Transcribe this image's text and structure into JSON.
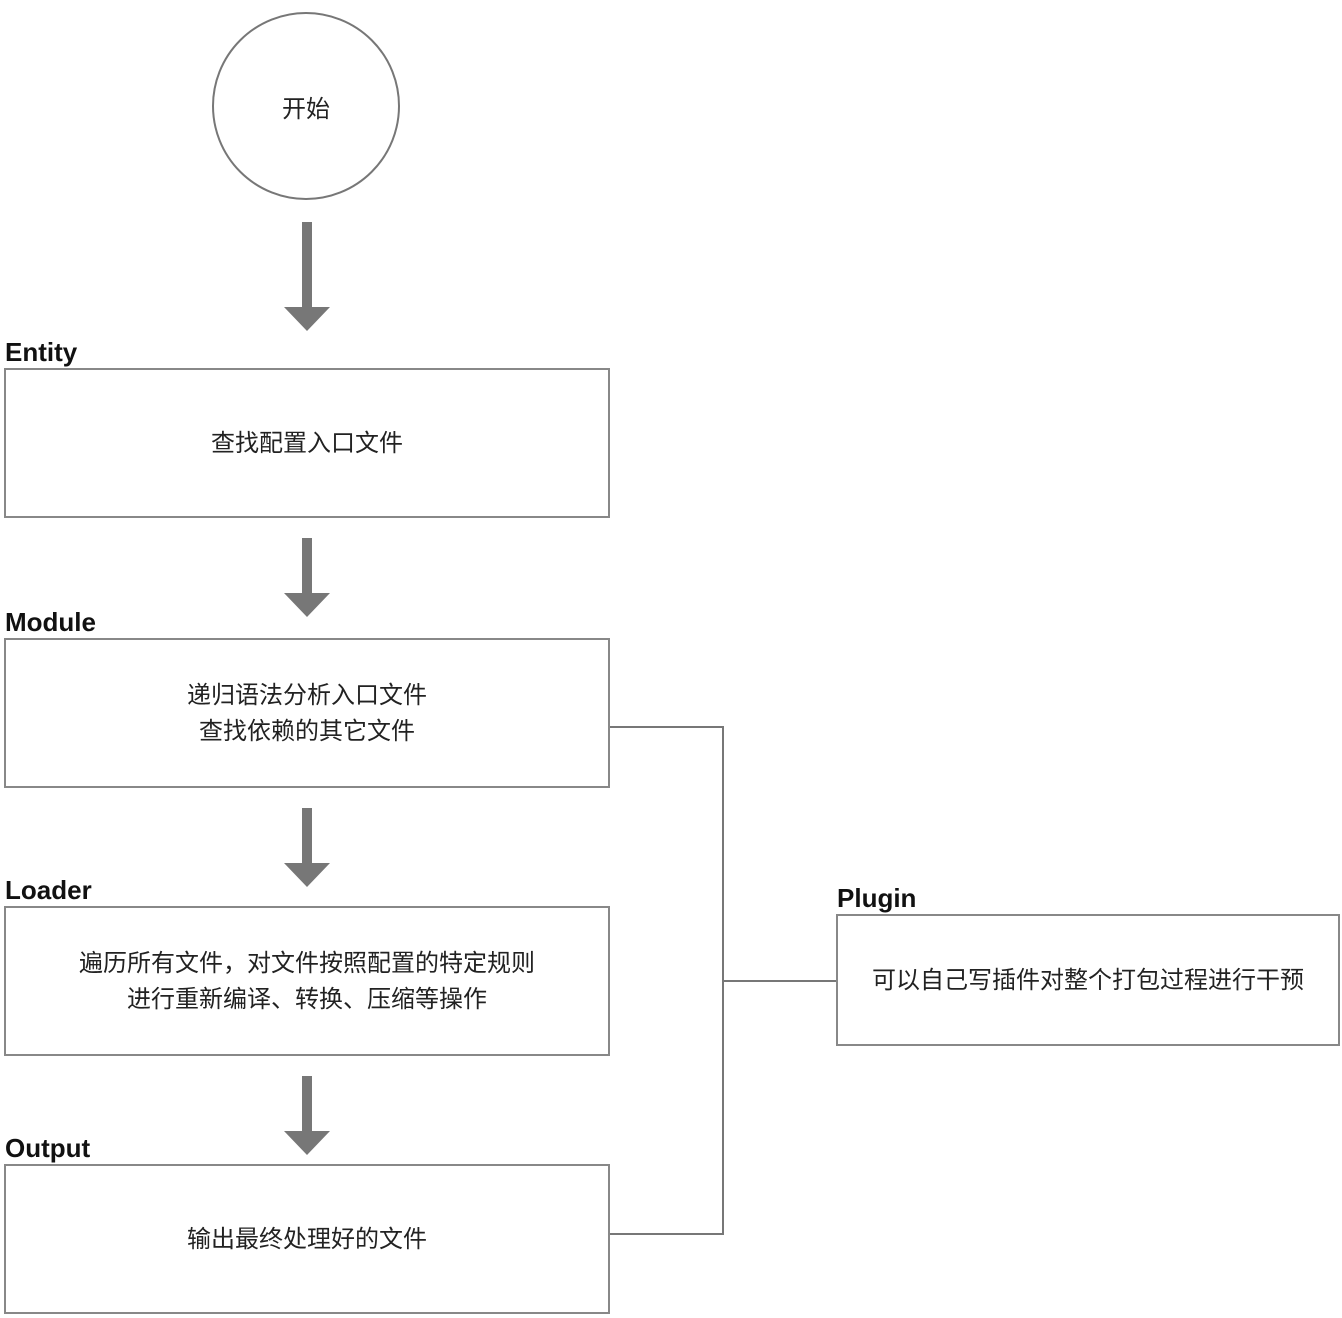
{
  "start": {
    "label": "开始"
  },
  "stages": [
    {
      "name": "Entity",
      "lines": [
        "查找配置入口文件"
      ]
    },
    {
      "name": "Module",
      "lines": [
        "递归语法分析入口文件",
        "查找依赖的其它文件"
      ]
    },
    {
      "name": "Loader",
      "lines": [
        "遍历所有文件，对文件按照配置的特定规则",
        "进行重新编译、转换、压缩等操作"
      ]
    },
    {
      "name": "Output",
      "lines": [
        "输出最终处理好的文件"
      ]
    }
  ],
  "plugin": {
    "name": "Plugin",
    "text": "可以自己写插件对整个打包过程进行干预"
  }
}
